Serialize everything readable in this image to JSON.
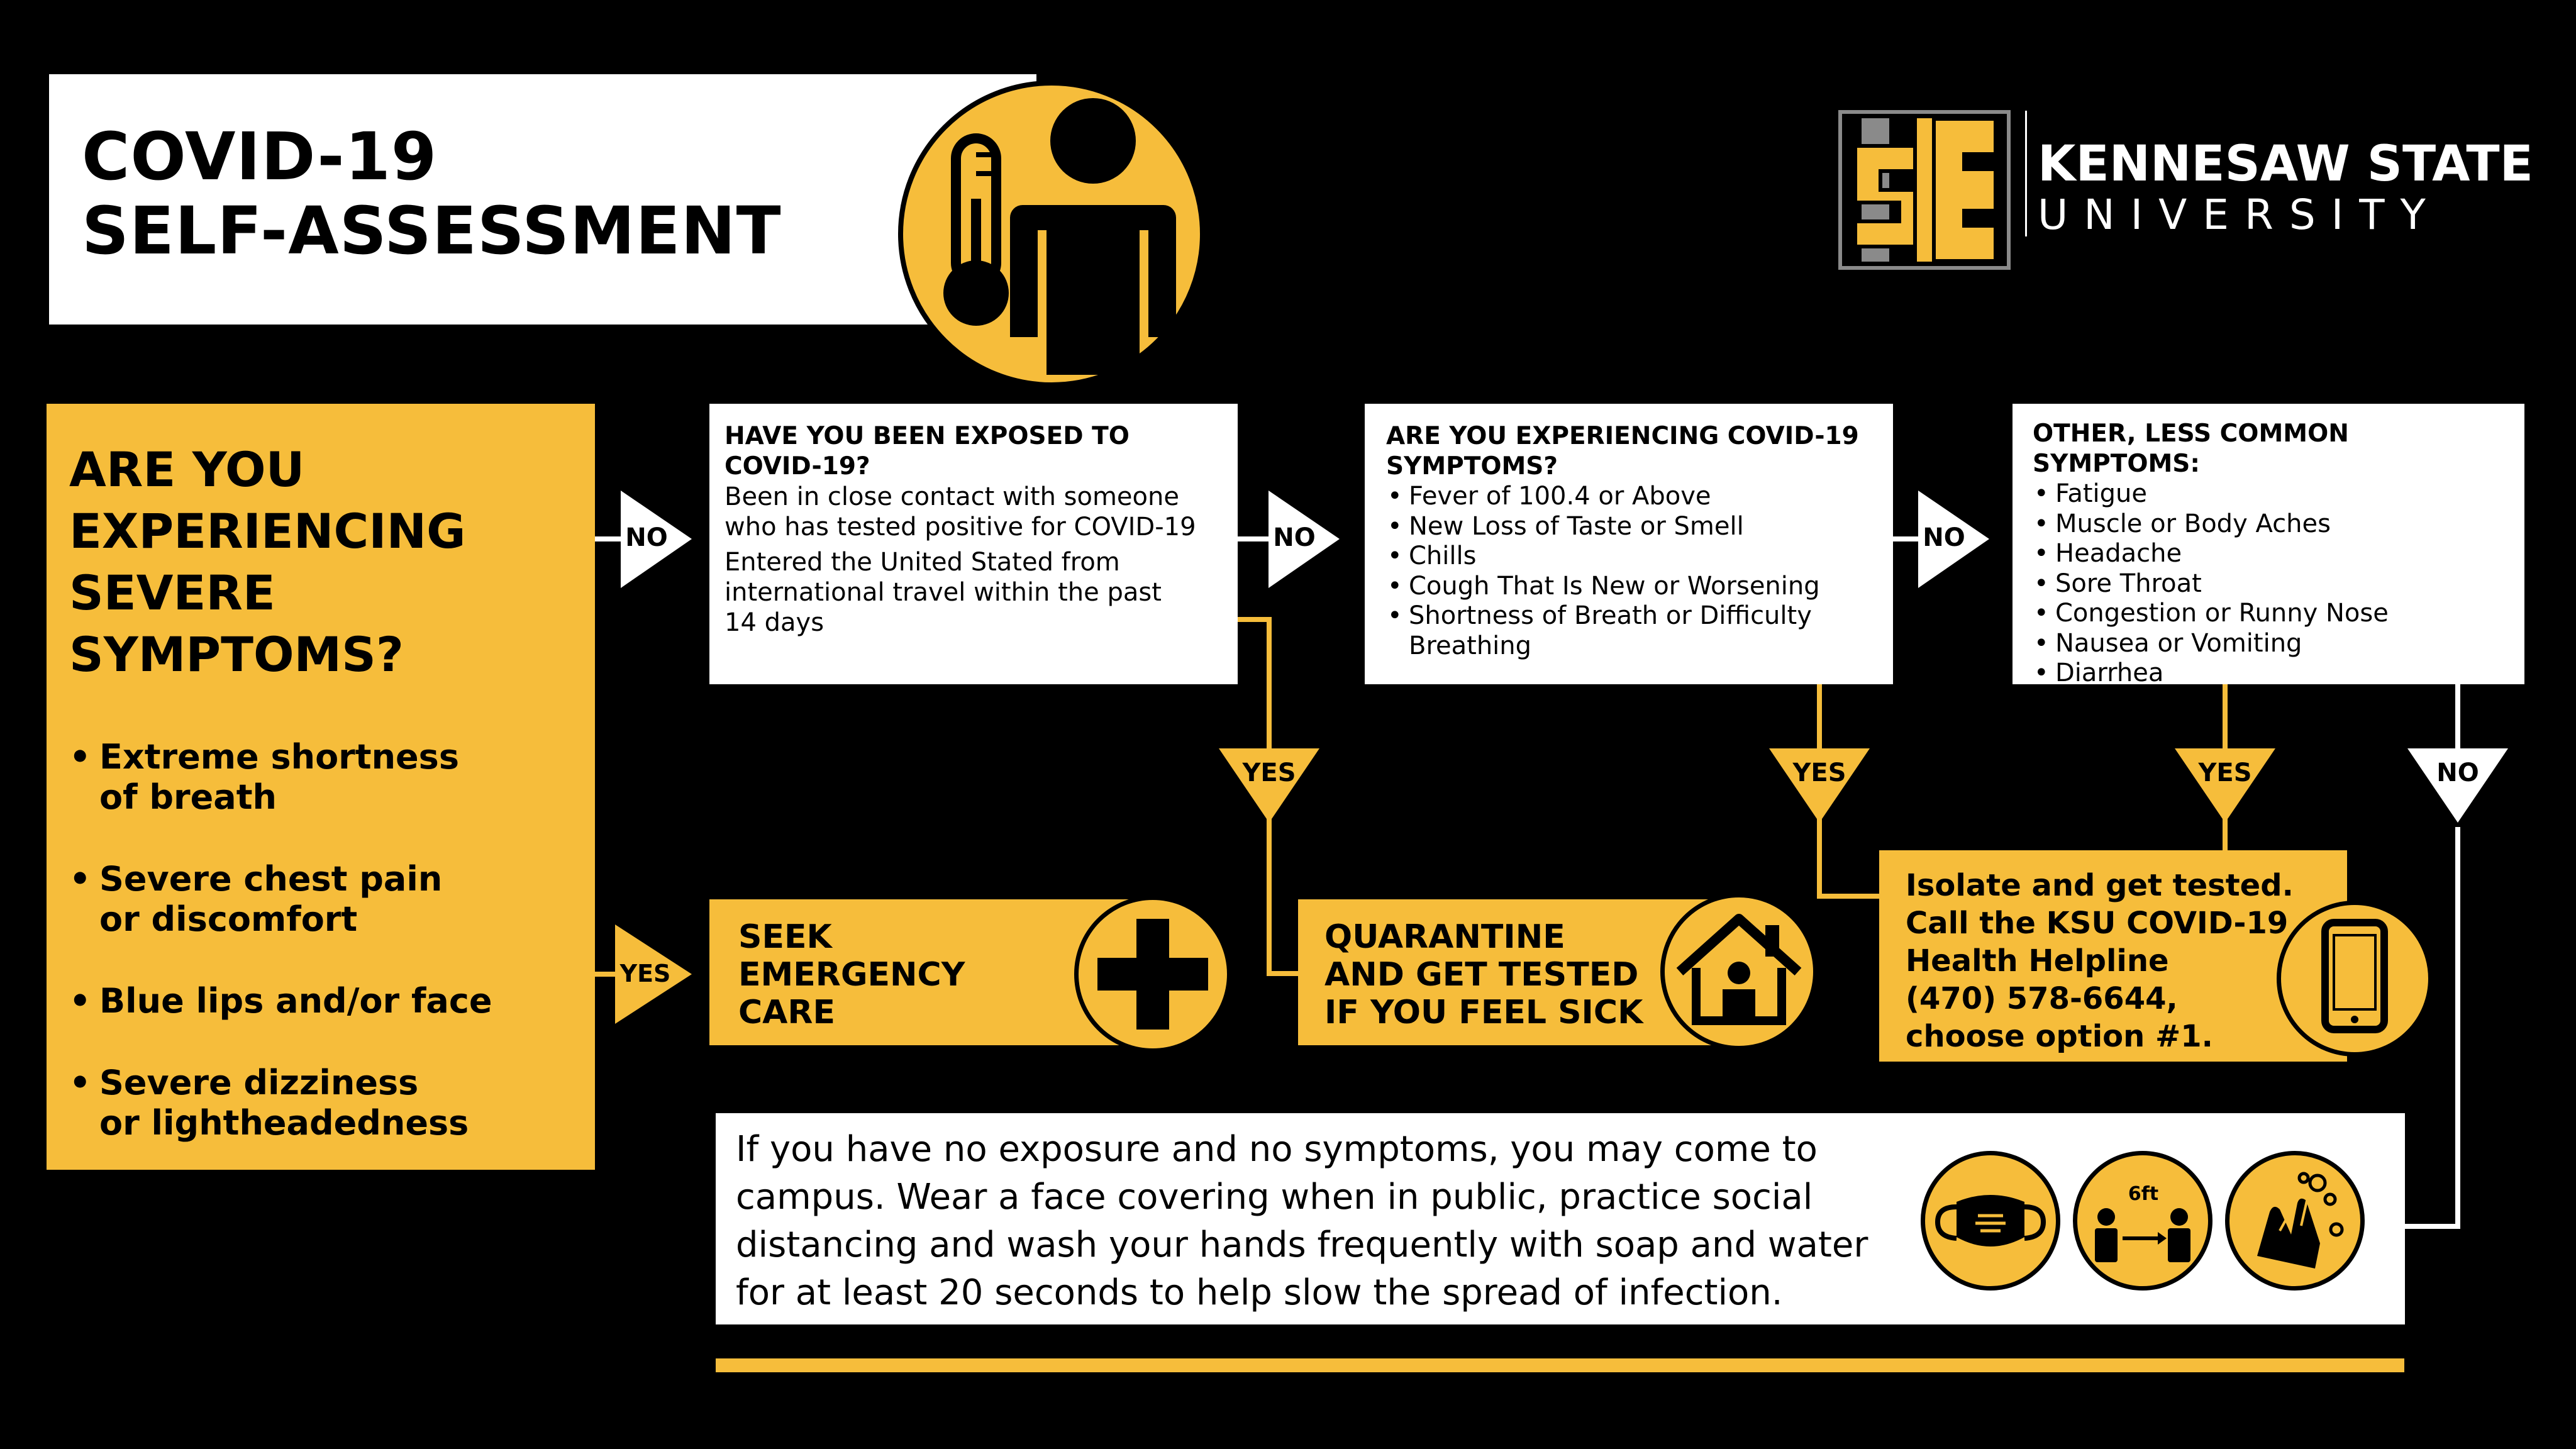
{
  "header": {
    "title_line1": "COVID-19",
    "title_line2": "SELF-ASSESSMENT"
  },
  "logo": {
    "name": "KENNESAW STATE",
    "subtitle": "UNIVERSITY"
  },
  "severe": {
    "title_lines": [
      "ARE YOU",
      "EXPERIENCING",
      "SEVERE",
      "SYMPTOMS?"
    ],
    "items": [
      [
        "Extreme shortness",
        "of breath"
      ],
      [
        "Severe chest pain",
        "or discomfort"
      ],
      [
        "Blue lips and/or face"
      ],
      [
        "Severe dizziness",
        "or lightheadedness"
      ]
    ]
  },
  "exposure": {
    "title_lines": [
      "HAVE YOU BEEN EXPOSED TO",
      "COVID-19?"
    ],
    "text1_lines": [
      "Been in close contact with someone",
      "who has tested positive for COVID-19"
    ],
    "text2_lines": [
      "Entered the United Stated from",
      "international travel within the past",
      "14 days"
    ]
  },
  "symptoms": {
    "title_lines": [
      "ARE YOU EXPERIENCING COVID-19",
      "SYMPTOMS?"
    ],
    "items": [
      "Fever of 100.4 or Above",
      "New Loss of Taste or Smell",
      "Chills",
      "Cough That Is New or Worsening",
      "Shortness of Breath or Difficulty Breathing"
    ]
  },
  "other": {
    "title": "OTHER, LESS COMMON SYMPTOMS:",
    "items": [
      "Fatigue",
      "Muscle or Body Aches",
      "Headache",
      "Sore Throat",
      "Congestion or Runny Nose",
      "Nausea or Vomiting",
      "Diarrhea"
    ]
  },
  "labels": {
    "no": "NO",
    "yes": "YES"
  },
  "actions": {
    "emergency_lines": [
      "SEEK",
      "EMERGENCY",
      "CARE"
    ],
    "quarantine_lines": [
      "QUARANTINE",
      "AND GET TESTED",
      "IF YOU FEEL SICK"
    ],
    "isolate_lines": [
      "Isolate and get tested.",
      "Call the KSU COVID-19",
      "Health Helpline",
      "(470) 578-6644,",
      "choose option #1."
    ]
  },
  "footer": {
    "text_lines": [
      "If you have no exposure and no symptoms, you may come to",
      "campus. Wear a face covering when in public, practice social",
      "distancing and wash your hands frequently with soap and water",
      "for at least 20 seconds to help slow the spread of infection."
    ],
    "distance_label": "6ft"
  },
  "colors": {
    "gold": "#f6bd3b",
    "black": "#000000",
    "white": "#ffffff"
  },
  "icons": [
    "thermometer-person-icon",
    "ksu-logo-icon",
    "medical-cross-icon",
    "house-person-icon",
    "smartphone-icon",
    "face-mask-icon",
    "social-distance-icon",
    "hand-washing-icon"
  ]
}
